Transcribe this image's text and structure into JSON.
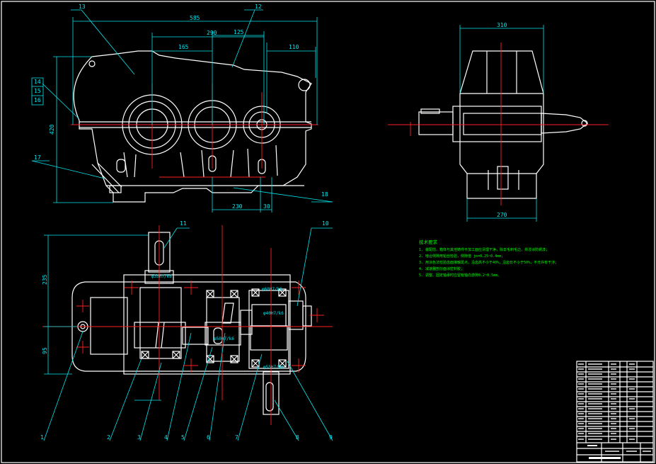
{
  "colors": {
    "background": "#000000",
    "outline": "#ffffff",
    "dimension": "#00e5ee",
    "centerline": "#ff2020",
    "notes": "#00ff00"
  },
  "front_view": {
    "dims": {
      "overall": "585",
      "d290": "290",
      "d125": "125",
      "d165": "165",
      "d110": "110",
      "height": "420",
      "d230": "230",
      "d30": "30"
    },
    "callouts": {
      "c12": "12",
      "c13": "13",
      "c14": "14",
      "c15": "15",
      "c16": "16",
      "c17": "17",
      "c18": "18"
    }
  },
  "side_view": {
    "dims": {
      "top": "310",
      "bottom": "270"
    }
  },
  "top_view": {
    "dims": {
      "d235": "235",
      "d95": "95",
      "shaft1": "φ35H7/k6",
      "shaft2": "φ50H7/k6",
      "shaft3": "φ60H7/k6",
      "shaft4": "φ40H7/k6",
      "shaft5": "φ55H7/k6"
    },
    "callouts": {
      "c1": "1",
      "c2": "2",
      "c3": "3",
      "c4": "4",
      "c5": "5",
      "c6": "6",
      "c7": "7",
      "c8": "8",
      "c9": "9",
      "c10": "10",
      "c11": "11"
    }
  },
  "notes": {
    "title": "技术要求",
    "lines": [
      "1. 装配前，箱体与其他铸件不加工面应清理干净，除去毛刺毛边，并浸涂防锈漆；",
      "2. 啮合侧隙用铅丝检验，侧隙值 jn=0.25~0.4mm；",
      "3. 用涂色法检验齿面接触斑点，沿齿高不小于40%，沿齿长不小于50%，不允许有干涉；",
      "4. 减速器剖分面涂密封胶；",
      "5. 调整、固定轴承时应留有轴向游隙0.2~0.5mm。"
    ]
  }
}
